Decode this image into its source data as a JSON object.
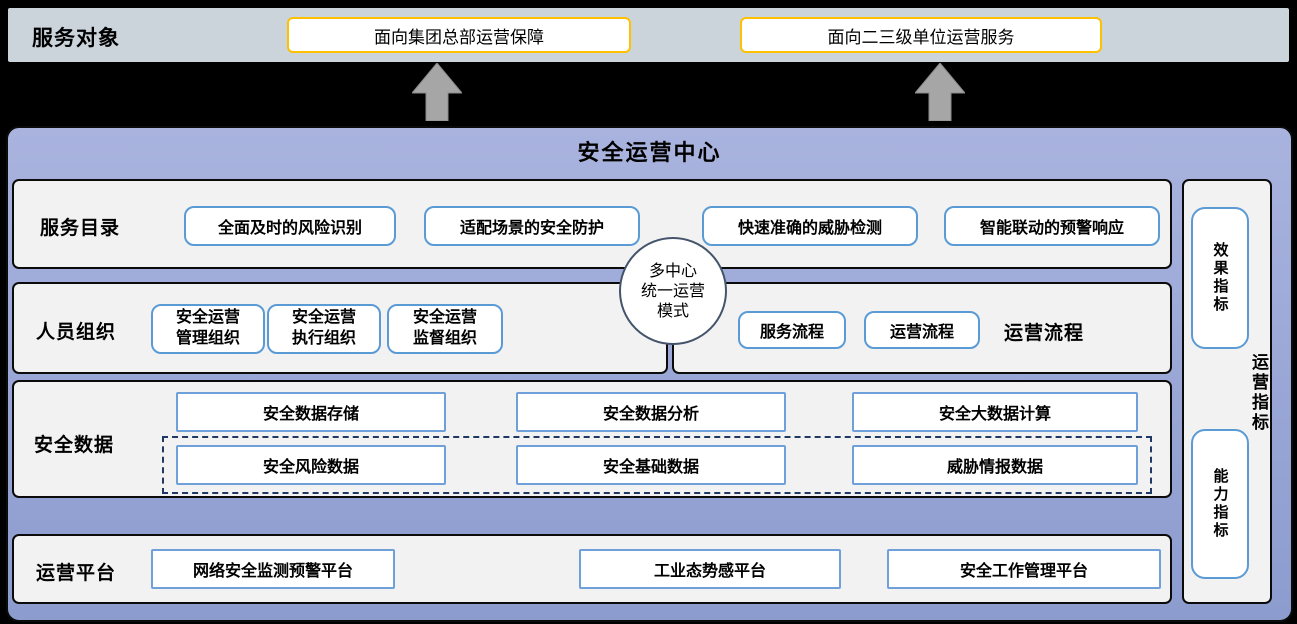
{
  "top_band": {
    "label": "服务对象",
    "targets": [
      {
        "label": "面向集团总部运营保障"
      },
      {
        "label": "面向二三级单位运营服务"
      }
    ]
  },
  "center": {
    "title": "安全运营中心",
    "hub_text": "多中心\n统一运营\n模式"
  },
  "rows": {
    "service_catalog": {
      "label": "服务目录",
      "items": [
        "全面及时的风险识别",
        "适配场景的安全防护",
        "快速准确的威胁检测",
        "智能联动的预警响应"
      ]
    },
    "personnel": {
      "label": "人员组织",
      "items": [
        "安全运营\n管理组织",
        "安全运营\n执行组织",
        "安全运营\n监督组织"
      ]
    },
    "process": {
      "label": "运营流程",
      "items": [
        "服务流程",
        "运营流程"
      ]
    },
    "security_data": {
      "label": "安全数据",
      "top_items": [
        "安全数据存储",
        "安全数据分析",
        "安全大数据计算"
      ],
      "bottom_items": [
        "安全风险数据",
        "安全基础数据",
        "威胁情报数据"
      ]
    },
    "platform": {
      "label": "运营平台",
      "items": [
        "网络安全监测预警平台",
        "工业态势感平台",
        "安全工作管理平台"
      ]
    }
  },
  "right_panel": {
    "label": "运营指标",
    "items": [
      "效果指标",
      "能力指标"
    ]
  },
  "colors": {
    "gold_border": "#FFC000",
    "accent_blue": "#5B9BD5",
    "light_blue_border": "#6FA0DA",
    "container_blue": "#97A5D6",
    "band_gray": "#CBD3DB",
    "panel_gray": "#F2F2F2",
    "dashed_navy": "#1F3864",
    "hub_border": "#44546A",
    "arrow_gray": "#A6A6A6"
  }
}
